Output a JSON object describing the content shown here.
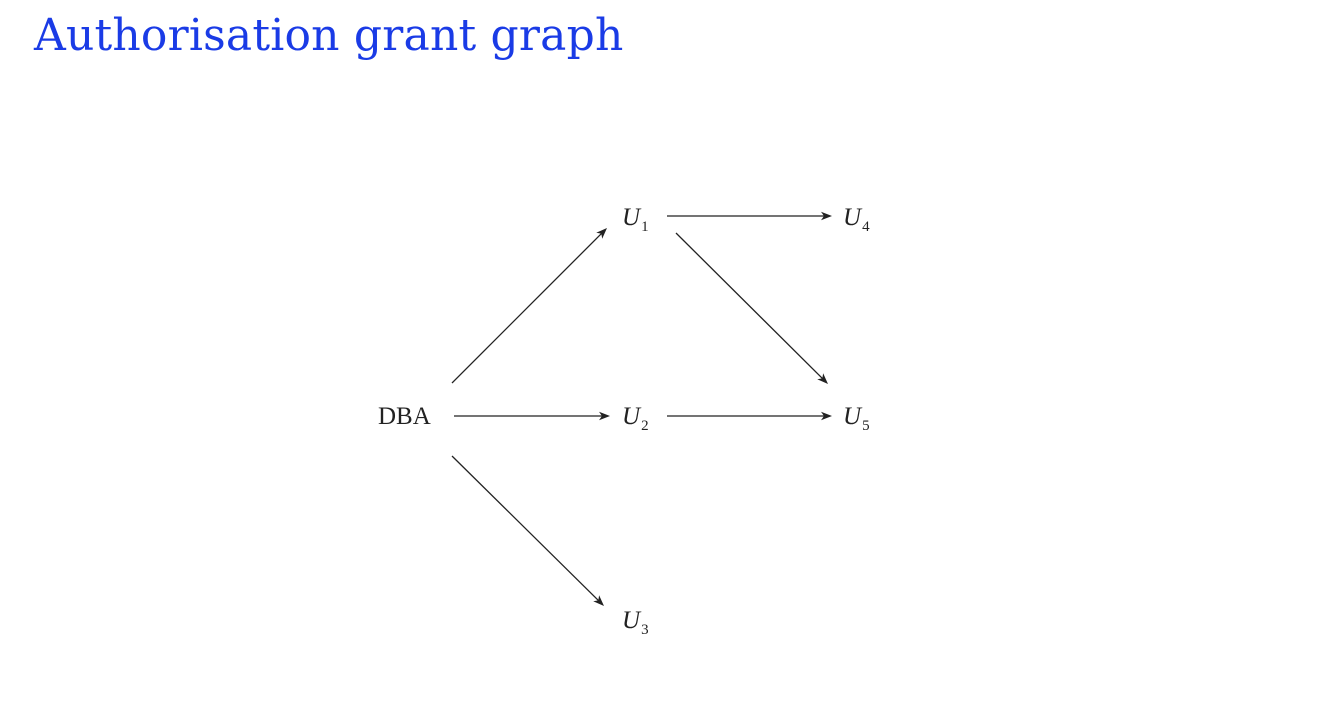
{
  "title": "Authorisation grant graph",
  "graph": {
    "nodes": [
      {
        "id": "dba",
        "label": "DBA",
        "sub": ""
      },
      {
        "id": "u1",
        "label": "U",
        "sub": "1"
      },
      {
        "id": "u2",
        "label": "U",
        "sub": "2"
      },
      {
        "id": "u3",
        "label": "U",
        "sub": "3"
      },
      {
        "id": "u4",
        "label": "U",
        "sub": "4"
      },
      {
        "id": "u5",
        "label": "U",
        "sub": "5"
      }
    ],
    "edges": [
      {
        "from": "dba",
        "to": "u1"
      },
      {
        "from": "dba",
        "to": "u2"
      },
      {
        "from": "dba",
        "to": "u3"
      },
      {
        "from": "u1",
        "to": "u4"
      },
      {
        "from": "u1",
        "to": "u5"
      },
      {
        "from": "u2",
        "to": "u5"
      }
    ]
  }
}
